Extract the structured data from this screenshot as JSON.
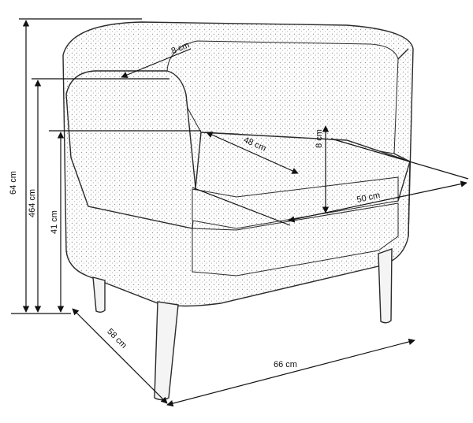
{
  "diagram": {
    "dimensions": {
      "total_height": "64 cm",
      "arm_height": "464 cm",
      "seat_height": "41 cm",
      "depth": "58 cm",
      "width": "66 cm",
      "arm_width": "8 cm",
      "seat_depth": "48 cm",
      "seat_cushion_thickness": "8 cm",
      "seat_width": "50 cm"
    }
  }
}
